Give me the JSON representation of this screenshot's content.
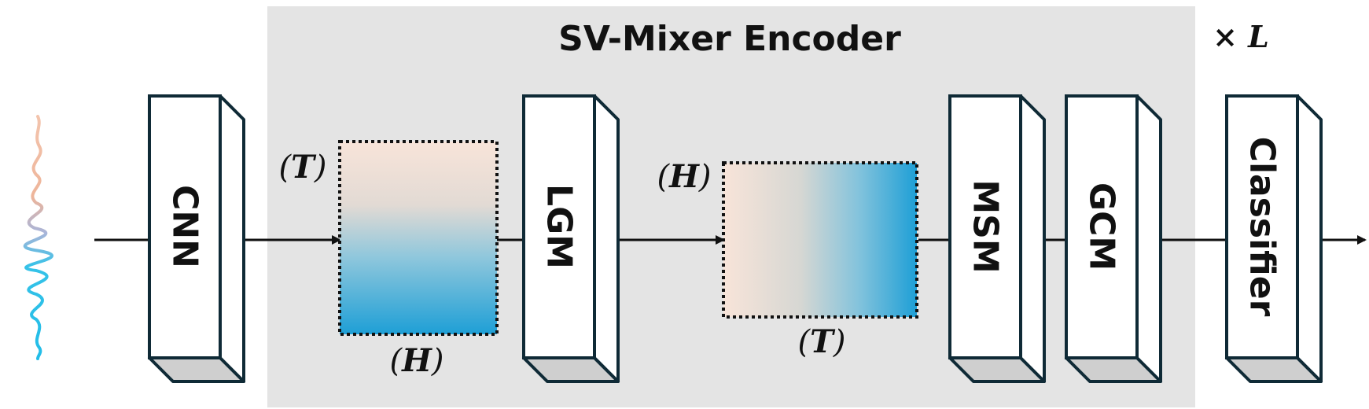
{
  "diagram": {
    "encoder_title": "SV-Mixer Encoder",
    "repeat_label": "× L",
    "blocks": {
      "cnn": "CNN",
      "lgm": "LGM",
      "msm": "MSM",
      "gcm": "GCM",
      "classifier": "Classifier"
    },
    "axis_labels": {
      "first_side": "T",
      "first_bottom": "H",
      "second_side": "H",
      "second_bottom": "T"
    },
    "colors": {
      "encoder_bg": "#e4e4e4",
      "block_outline": "#0f2a36",
      "block_shade": "#cfcfcf",
      "gradient_warm": "#f7e3d8",
      "gradient_cool": "#1ea0d6",
      "wave_warm": "#f0b9a0",
      "wave_cool": "#2bbfe6"
    }
  }
}
